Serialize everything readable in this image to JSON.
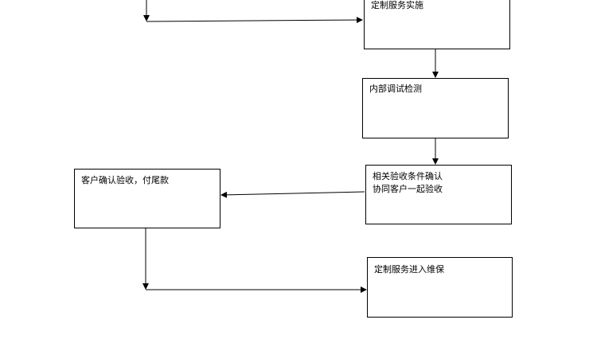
{
  "diagram": {
    "line_color": "#000000",
    "nodes": [
      {
        "id": "impl",
        "lines": [
          "定制服务实施"
        ]
      },
      {
        "id": "test",
        "lines": [
          "内部调试检测"
        ]
      },
      {
        "id": "accept",
        "lines": [
          "相关验收条件确认",
          "协同客户一起验收"
        ]
      },
      {
        "id": "client",
        "lines": [
          "客户确认验收，付尾款"
        ]
      },
      {
        "id": "maint",
        "lines": [
          "定制服务进入维保"
        ]
      }
    ],
    "edges": [
      {
        "from": "top-left-line",
        "to": "impl"
      },
      {
        "from": "impl",
        "to": "test"
      },
      {
        "from": "test",
        "to": "accept"
      },
      {
        "from": "accept",
        "to": "client"
      },
      {
        "from": "client",
        "to": "maint"
      }
    ]
  }
}
